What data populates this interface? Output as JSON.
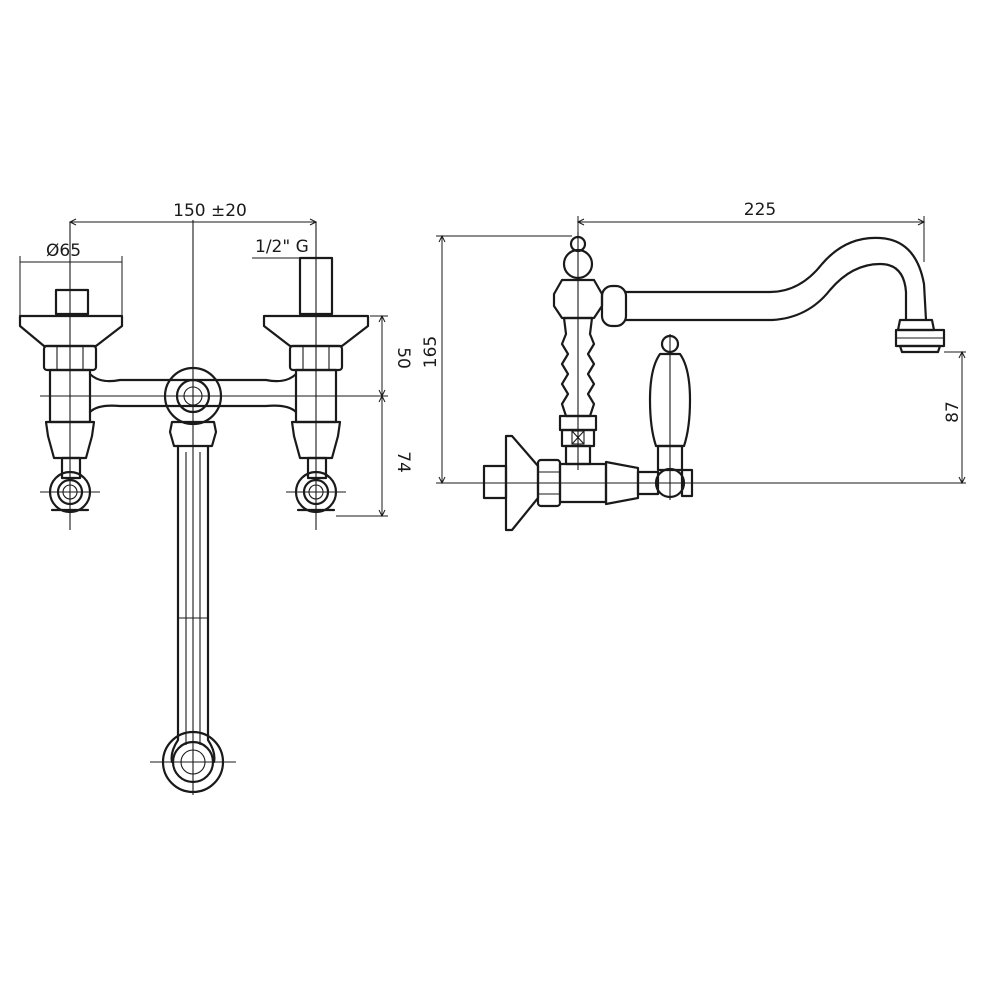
{
  "front_view": {
    "dimensions": {
      "centers": "150 ±20",
      "flange_diameter": "Ø65",
      "thread": "1/2\" G",
      "height_upper": "50",
      "height_lower": "74"
    }
  },
  "side_view": {
    "dimensions": {
      "reach": "225",
      "overall_height": "165",
      "spout_height": "87"
    }
  }
}
